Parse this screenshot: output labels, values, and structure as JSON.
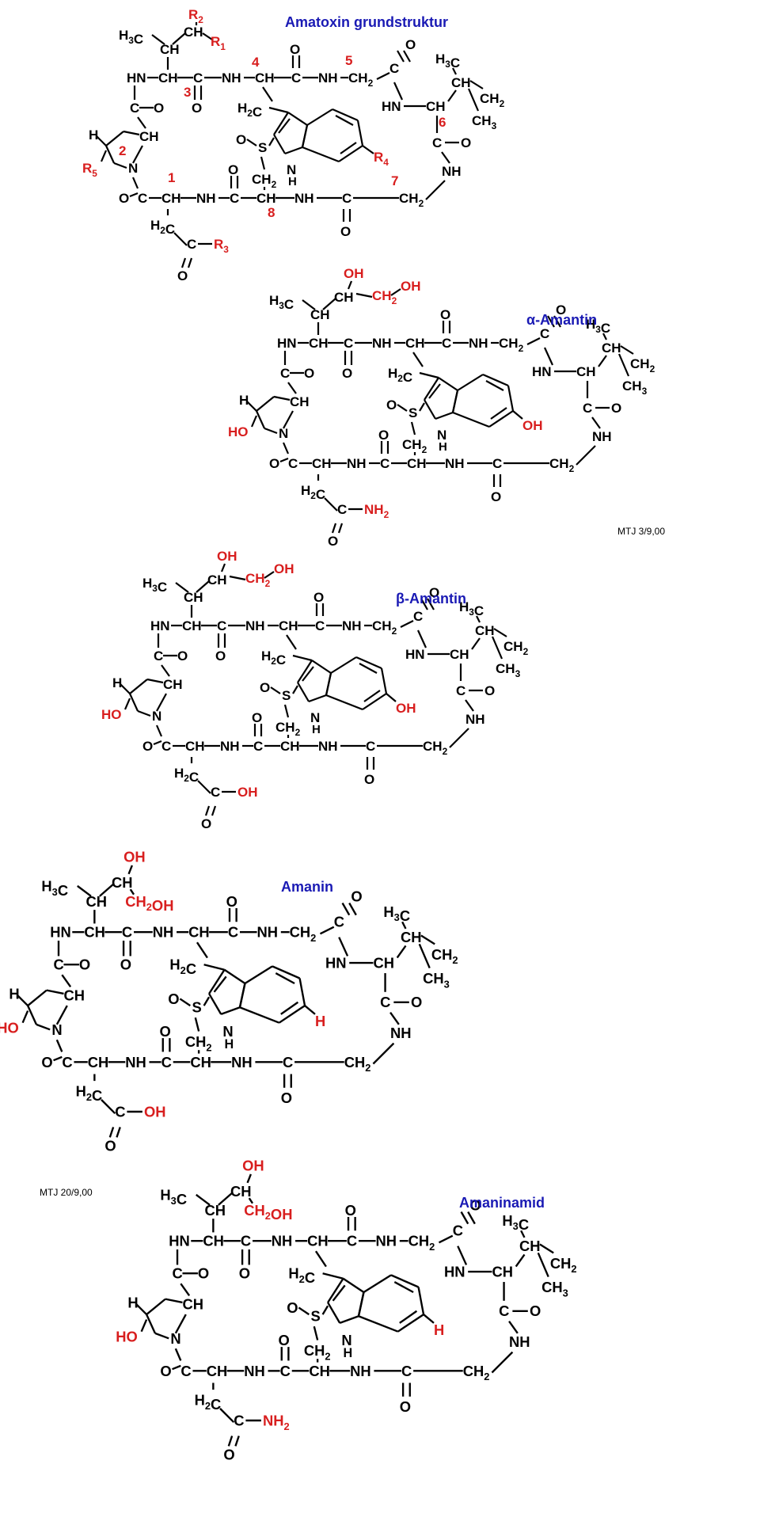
{
  "colors": {
    "title": "#1a1ab4",
    "highlight": "#d81e1e",
    "ink": "#000000"
  },
  "structures": [
    {
      "id": "grundstruktur",
      "title": "Amatoxin grundstruktur",
      "sidechain": {
        "top": "R2",
        "right": "R1",
        "secondary_hydroxyl": false,
        "primary_hydroxyl": false
      },
      "residue_numbers": [
        "1",
        "2",
        "3",
        "4",
        "5",
        "6",
        "7",
        "8"
      ],
      "hyp_substituent": "R5",
      "aromatic_substituent": "R4",
      "asx_group": "R3",
      "amide_N_label": "",
      "credit": ""
    },
    {
      "id": "alpha-amantin",
      "title": "α-Amantin",
      "sidechain": {
        "top": "OH",
        "right": "OH",
        "secondary_hydroxyl": true,
        "primary_hydroxyl": true
      },
      "residue_numbers": [],
      "hyp_substituent": "HO",
      "aromatic_substituent": "OH",
      "asx_group": "NH2",
      "credit": "MTJ 3/9,00"
    },
    {
      "id": "beta-amantin",
      "title": "β-Amantin",
      "sidechain": {
        "top": "OH",
        "right": "OH",
        "secondary_hydroxyl": true,
        "primary_hydroxyl": true
      },
      "residue_numbers": [],
      "hyp_substituent": "HO",
      "aromatic_substituent": "OH",
      "asx_group": "OH",
      "credit": ""
    },
    {
      "id": "amanin",
      "title": "Amanin",
      "sidechain": {
        "top": "OH",
        "right": "CH2OH",
        "secondary_hydroxyl": true,
        "primary_hydroxyl": false
      },
      "residue_numbers": [],
      "hyp_substituent": "HO",
      "aromatic_substituent": "H",
      "asx_group": "OH",
      "credit": "MTJ 20/9,00"
    },
    {
      "id": "amaninamid",
      "title": "Amaninamid",
      "sidechain": {
        "top": "OH",
        "right": "CH2OH",
        "secondary_hydroxyl": true,
        "primary_hydroxyl": false
      },
      "residue_numbers": [],
      "hyp_substituent": "HO",
      "aromatic_substituent": "H",
      "asx_group": "NH2",
      "credit": ""
    }
  ]
}
